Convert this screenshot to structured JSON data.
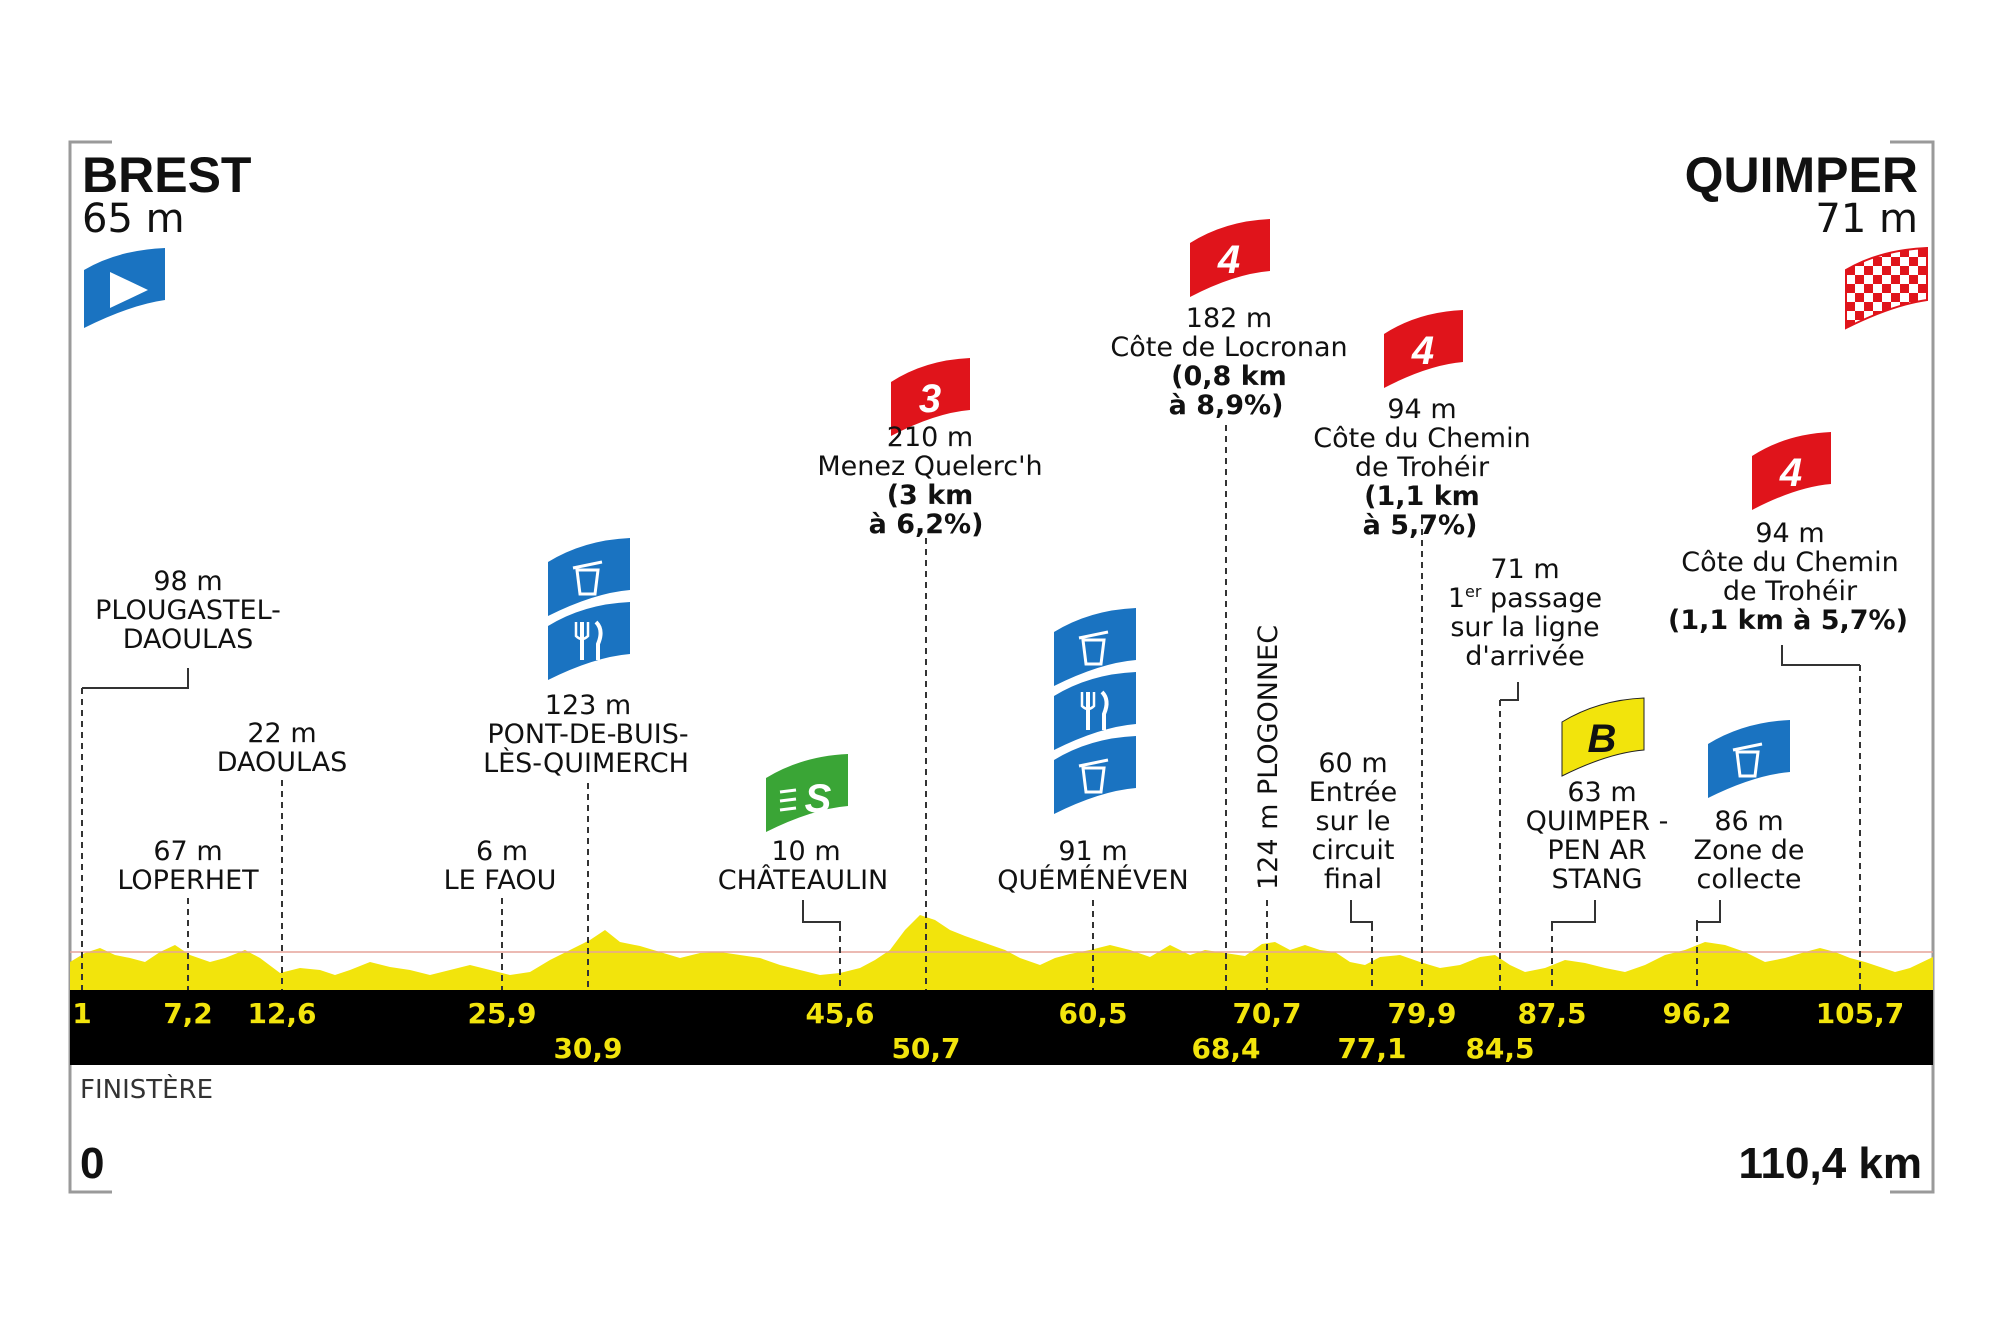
{
  "start": {
    "name": "BREST",
    "altitude": "65 m"
  },
  "finish": {
    "name": "QUIMPER",
    "altitude": "71 m"
  },
  "region": "FINISTÈRE",
  "distance_start": "0",
  "distance_total": "110,4 km",
  "km_markers_row1": [
    "1",
    "7,2",
    "12,6",
    "25,9",
    "45,6",
    "60,5",
    "70,7",
    "79,9",
    "87,5",
    "96,2",
    "105,7"
  ],
  "km_markers_row2": [
    "30,9",
    "50,7",
    "68,4",
    "77,1",
    "84,5"
  ],
  "places": [
    {
      "alt": "98 m",
      "lines": [
        "PLOUGASTEL-",
        "DAOULAS"
      ]
    },
    {
      "alt": "67 m",
      "lines": [
        "LOPERHET"
      ]
    },
    {
      "alt": "22 m",
      "lines": [
        "DAOULAS"
      ]
    },
    {
      "alt": "6 m",
      "lines": [
        "LE FAOU"
      ]
    },
    {
      "alt": "123 m",
      "lines": [
        "PONT-DE-BUIS-",
        "LÈS-QUIMERCH"
      ]
    },
    {
      "alt": "10 m",
      "lines": [
        "CHÂTEAULIN"
      ]
    },
    {
      "alt": "91 m",
      "lines": [
        "QUÉMÉNÉVEN"
      ]
    },
    {
      "alt": "60 m",
      "lines": [
        "Entrée",
        "sur le",
        "circuit",
        "final"
      ]
    },
    {
      "alt": "63 m",
      "lines": [
        "QUIMPER -",
        "PEN AR",
        "STANG"
      ]
    },
    {
      "alt": "86 m",
      "lines": [
        "Zone de",
        "collecte"
      ]
    },
    {
      "alt": "71 m",
      "line1_base": "1",
      "line1_sup": "er",
      "line1_rest": " passage",
      "lines": [
        "sur la ligne",
        "d'arrivée"
      ]
    }
  ],
  "vertical_place": "124 m PLOGONNEC",
  "climbs": [
    {
      "category": "3",
      "alt": "210 m",
      "name": "Menez Quelerc'h",
      "detail": [
        "(3 km",
        "à 6,2%)"
      ]
    },
    {
      "category": "4",
      "alt": "182 m",
      "name": "Côte de Locronan",
      "detail": [
        "(0,8 km",
        "à 8,9%)"
      ]
    },
    {
      "category": "4",
      "alt": "94 m",
      "name": "Côte du Chemin de Trohéir",
      "name_lines": [
        "Côte du Chemin",
        "de Trohéir"
      ],
      "detail": [
        "(1,1 km",
        "à 5,7%)"
      ]
    },
    {
      "category": "4",
      "alt": "94 m",
      "name_lines": [
        "Côte du Chemin",
        "de Trohéir"
      ],
      "detail": [
        "(1,1 km à 5,7%)"
      ]
    }
  ],
  "sprint_label": "S",
  "bonus_label": "B",
  "icons": [
    "start-flag-icon",
    "finish-flag-icon",
    "bin-icon",
    "cutlery-icon",
    "sprint-icon",
    "bonus-icon",
    "climb-cat-icon"
  ],
  "colors": {
    "profile": "#f2e40c",
    "road": "#000000",
    "km_text": "#f2e40c",
    "climb": "#e0141b",
    "feed": "#1a73c1",
    "sprint": "#3aa536",
    "bonus": "#f2e40c",
    "start": "#1a73c1"
  }
}
